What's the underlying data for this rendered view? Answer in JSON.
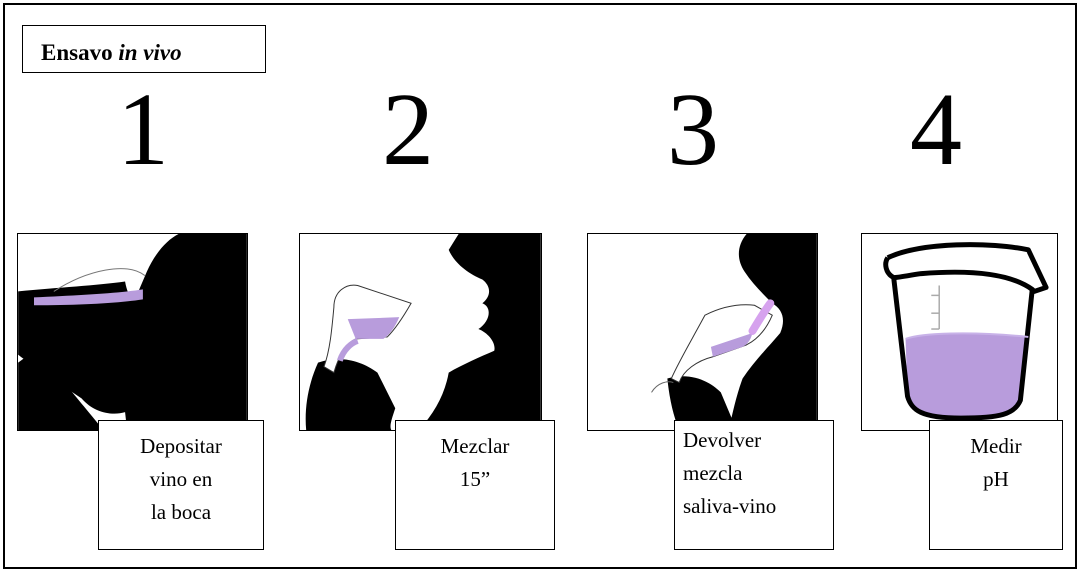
{
  "title": {
    "text_plain": "Ensavo ",
    "text_italic": "in vivo"
  },
  "steps": [
    {
      "number": "1",
      "caption": [
        "Depositar",
        "vino en",
        "la boca"
      ]
    },
    {
      "number": "2",
      "caption": [
        "Mezclar",
        "15”"
      ]
    },
    {
      "number": "3",
      "caption": [
        "Devolver",
        "mezcla",
        "saliva-vino"
      ]
    },
    {
      "number": "4",
      "caption": [
        "Medir",
        "pH"
      ]
    }
  ],
  "colors": {
    "liquid": "#b89cdc",
    "liquid_bright": "#d6a2ee",
    "silhouette": "#000000"
  }
}
